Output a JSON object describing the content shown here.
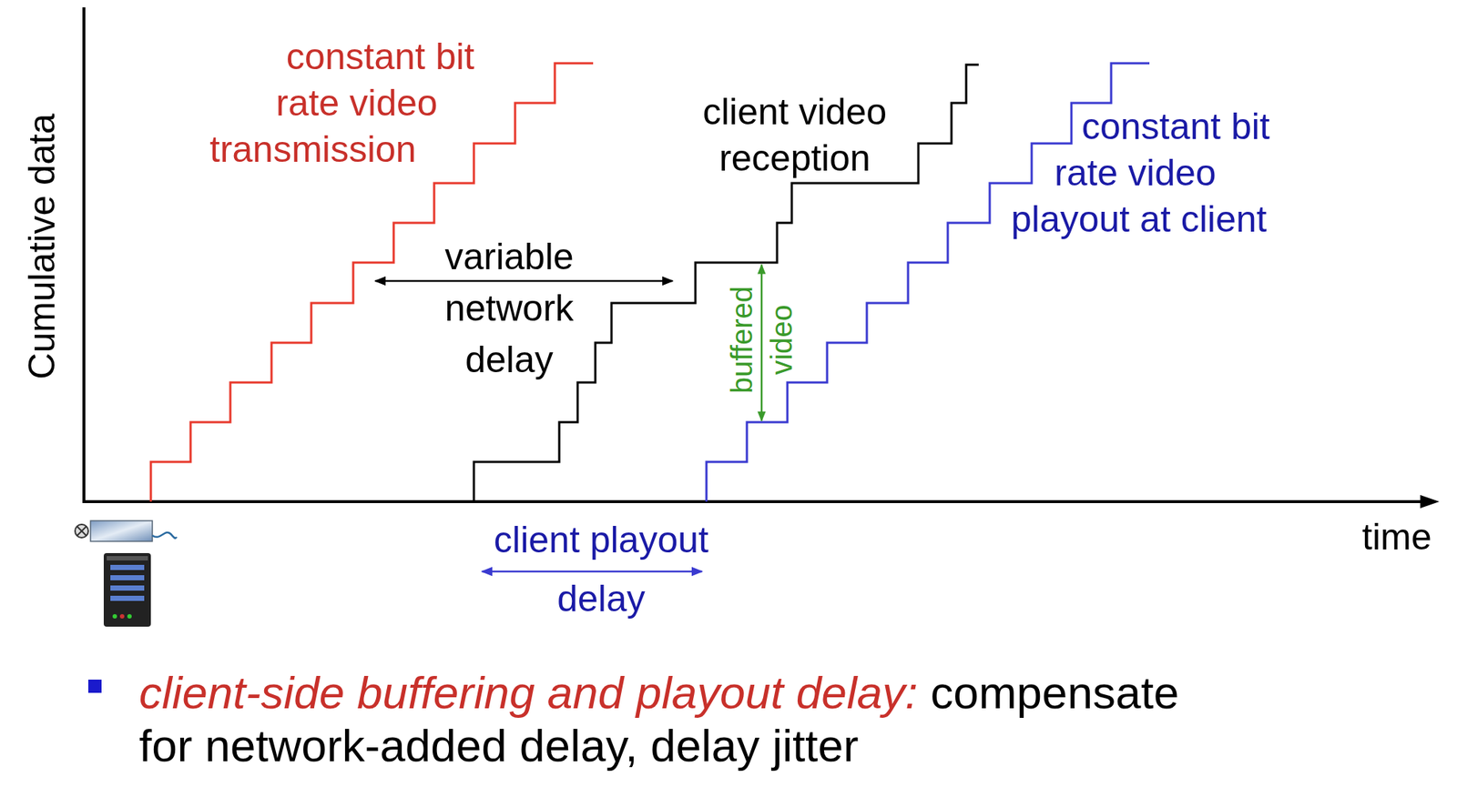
{
  "diagram": {
    "labels": [
      "constant bit rate video transmission",
      "client video reception",
      "constant bit rate video playout at client",
      "Cumulative data",
      "variable network delay",
      "buffered video",
      "time",
      "client playout delay",
      "client-side buffering and playout delay:",
      "compensate for network-added delay, delay jitter"
    ]
  }
}
